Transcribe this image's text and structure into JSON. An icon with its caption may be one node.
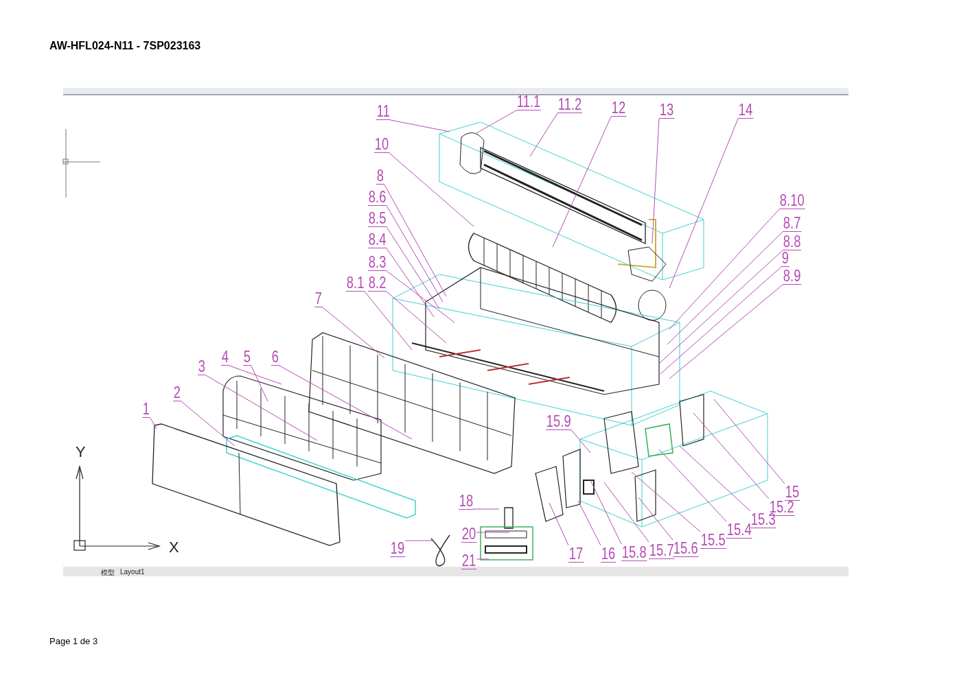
{
  "diagram": {
    "title": "AW-HFL024-N11 - 7SP023163",
    "nodes": [
      {
        "text": [
          "11.1"
        ]
      },
      {
        "text": [
          "11.2"
        ]
      },
      {
        "text": [
          "12"
        ]
      },
      {
        "text": [
          "13"
        ]
      },
      {
        "text": [
          "14"
        ]
      },
      {
        "text": [
          "11"
        ]
      },
      {
        "text": [
          "10"
        ]
      },
      {
        "text": [
          "8"
        ]
      },
      {
        "text": [
          "8.6"
        ]
      },
      {
        "text": [
          "8.10"
        ]
      },
      {
        "text": [
          "8.7"
        ]
      },
      {
        "text": [
          "8.5"
        ]
      },
      {
        "text": [
          "8.8"
        ]
      },
      {
        "text": [
          "8.4"
        ]
      },
      {
        "text": [
          "9"
        ]
      },
      {
        "text": [
          "8.9"
        ]
      },
      {
        "text": [
          "8.3"
        ]
      },
      {
        "text": [
          "8.1"
        ]
      },
      {
        "text": [
          "8.2"
        ]
      },
      {
        "text": [
          "7"
        ]
      },
      {
        "text": [
          "4"
        ]
      },
      {
        "text": [
          "5"
        ]
      },
      {
        "text": [
          "6"
        ]
      },
      {
        "text": [
          "3"
        ]
      },
      {
        "text": [
          "2"
        ]
      },
      {
        "text": [
          "15.9"
        ]
      },
      {
        "text": [
          "1"
        ]
      },
      {
        "text": [
          "15"
        ]
      },
      {
        "text": [
          "15.2"
        ]
      },
      {
        "text": [
          "18"
        ]
      },
      {
        "text": [
          "15.3"
        ]
      },
      {
        "text": [
          "15.4"
        ]
      },
      {
        "text": [
          "15.5"
        ]
      },
      {
        "text": [
          "19"
        ]
      },
      {
        "text": [
          "20"
        ]
      },
      {
        "text": [
          "15.6"
        ]
      },
      {
        "text": [
          "15.7"
        ]
      },
      {
        "text": [
          "15.8"
        ]
      },
      {
        "text": [
          "16"
        ]
      },
      {
        "text": [
          "17"
        ]
      },
      {
        "text": [
          "21"
        ]
      }
    ],
    "edges": [
      {
        "from": 0,
        "to": null,
        "arrow": "none"
      },
      {
        "from": 1,
        "to": null,
        "arrow": "none"
      },
      {
        "from": 2,
        "to": null,
        "arrow": "none"
      },
      {
        "from": 3,
        "to": null,
        "arrow": "none"
      },
      {
        "from": 4,
        "to": null,
        "arrow": "none"
      },
      {
        "from": 5,
        "to": null,
        "arrow": "none"
      },
      {
        "from": 6,
        "to": null,
        "arrow": "none"
      },
      {
        "from": 7,
        "to": null,
        "arrow": "none"
      },
      {
        "from": 8,
        "to": null,
        "arrow": "none"
      },
      {
        "from": 9,
        "to": null,
        "arrow": "none"
      },
      {
        "from": 10,
        "to": null,
        "arrow": "none"
      },
      {
        "from": 11,
        "to": null,
        "arrow": "none"
      },
      {
        "from": 12,
        "to": null,
        "arrow": "none"
      },
      {
        "from": 13,
        "to": null,
        "arrow": "none"
      },
      {
        "from": 14,
        "to": null,
        "arrow": "none"
      },
      {
        "from": 15,
        "to": null,
        "arrow": "none"
      },
      {
        "from": 16,
        "to": null,
        "arrow": "none"
      },
      {
        "from": 17,
        "to": null,
        "arrow": "none"
      },
      {
        "from": 18,
        "to": null,
        "arrow": "none"
      },
      {
        "from": 19,
        "to": null,
        "arrow": "none"
      },
      {
        "from": 20,
        "to": null,
        "arrow": "none"
      },
      {
        "from": 21,
        "to": null,
        "arrow": "none"
      },
      {
        "from": 22,
        "to": null,
        "arrow": "none"
      },
      {
        "from": 23,
        "to": null,
        "arrow": "none"
      },
      {
        "from": 24,
        "to": null,
        "arrow": "none"
      },
      {
        "from": 25,
        "to": null,
        "arrow": "none"
      },
      {
        "from": 26,
        "to": null,
        "arrow": "none"
      },
      {
        "from": 27,
        "to": null,
        "arrow": "none"
      },
      {
        "from": 28,
        "to": null,
        "arrow": "none"
      },
      {
        "from": 29,
        "to": null,
        "arrow": "none"
      },
      {
        "from": 30,
        "to": null,
        "arrow": "none"
      },
      {
        "from": 31,
        "to": null,
        "arrow": "none"
      },
      {
        "from": 32,
        "to": null,
        "arrow": "none"
      },
      {
        "from": 33,
        "to": null,
        "arrow": "none"
      },
      {
        "from": 34,
        "to": null,
        "arrow": "none"
      },
      {
        "from": 35,
        "to": null,
        "arrow": "none"
      },
      {
        "from": 36,
        "to": null,
        "arrow": "none"
      },
      {
        "from": 37,
        "to": null,
        "arrow": "none"
      },
      {
        "from": 38,
        "to": null,
        "arrow": "none"
      },
      {
        "from": 39,
        "to": null,
        "arrow": "none"
      },
      {
        "from": 40,
        "to": null,
        "arrow": "none"
      }
    ],
    "labels": [
      "Y",
      "X",
      "模型",
      "Layout1",
      "Page 1 de 3"
    ]
  }
}
